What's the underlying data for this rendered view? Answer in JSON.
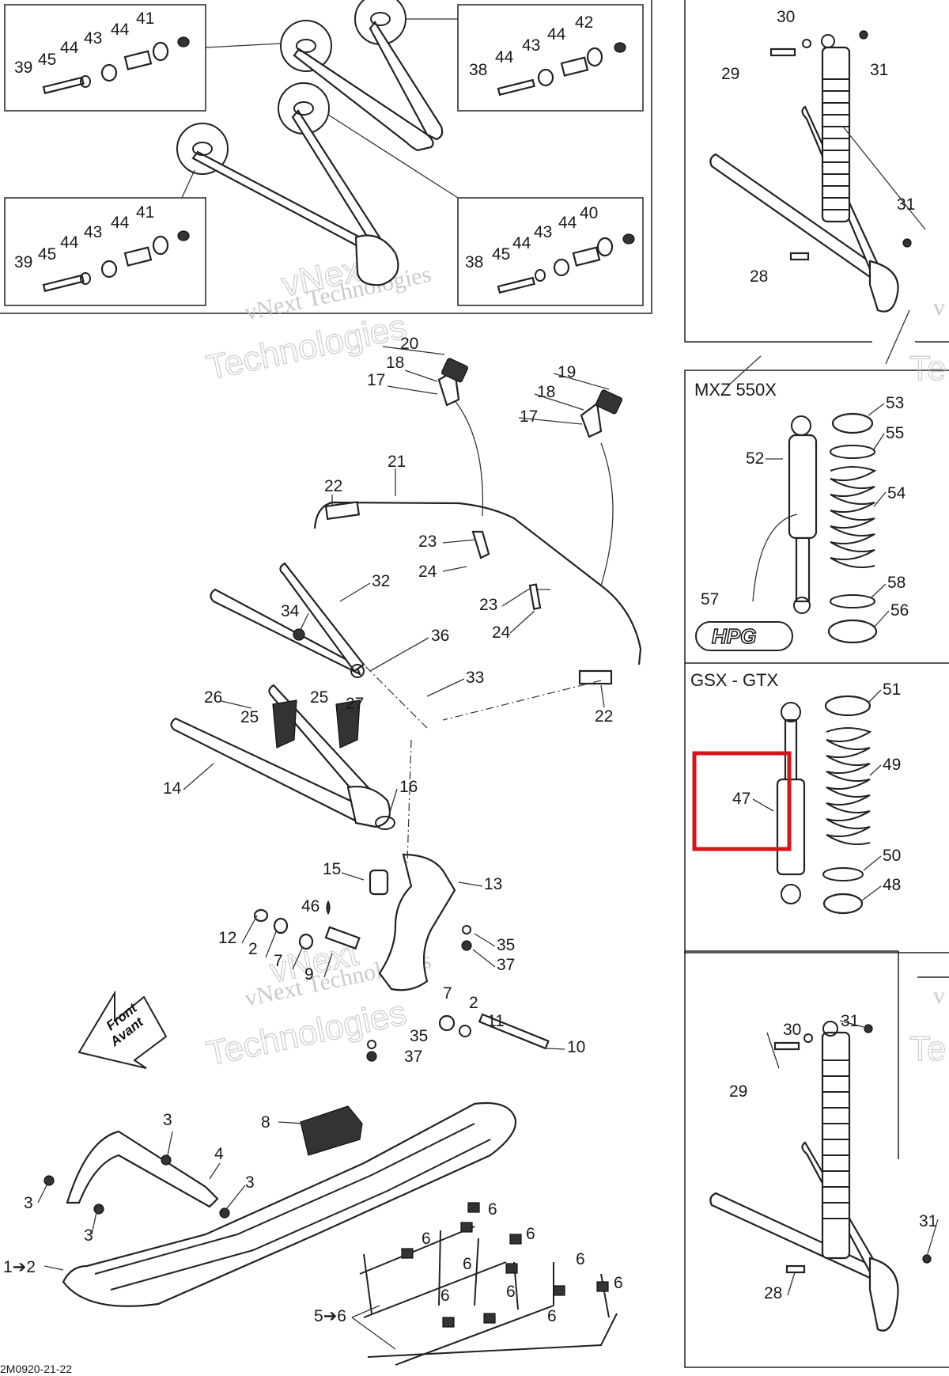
{
  "diagram_code": "2M0920-21-22",
  "watermark": {
    "line1": "vNext Technologies",
    "line2": "Technologies",
    "fragment_v": "vNext",
    "fragment_right": "v",
    "fragment_te": "Te"
  },
  "panels": {
    "mxz": {
      "title": "MXZ 550X",
      "logo_text": "HPG"
    },
    "gsx": {
      "title": "GSX - GTX",
      "highlighted_part": "47"
    }
  },
  "front_arrow": {
    "line1": "Front",
    "line2": "Avant"
  },
  "callouts": {
    "tl_box": [
      "39",
      "45",
      "44",
      "43",
      "44",
      "41"
    ],
    "tr_box": [
      "38",
      "44",
      "43",
      "44",
      "42"
    ],
    "bl_box": [
      "39",
      "45",
      "44",
      "43",
      "44",
      "41"
    ],
    "br_box": [
      "38",
      "45",
      "44",
      "43",
      "44",
      "40"
    ],
    "shock_top": [
      "30",
      "29",
      "31",
      "31",
      "28"
    ],
    "sway": [
      "20",
      "18",
      "17",
      "19",
      "18",
      "17",
      "21",
      "22",
      "23",
      "24",
      "23",
      "24",
      "22"
    ],
    "arms": [
      "32",
      "34",
      "36",
      "33",
      "26",
      "25",
      "25",
      "27",
      "14",
      "16"
    ],
    "spindle": [
      "15",
      "13",
      "46",
      "12",
      "2",
      "7",
      "9",
      "35",
      "37",
      "7",
      "2",
      "11",
      "35",
      "37",
      "10"
    ],
    "mxz_parts": [
      "53",
      "55",
      "52",
      "54",
      "57",
      "58",
      "56"
    ],
    "gsx_parts": [
      "51",
      "49",
      "47",
      "50",
      "48"
    ],
    "shock_bottom": [
      "30",
      "31",
      "29",
      "31",
      "28"
    ],
    "ski": [
      "8",
      "3",
      "4",
      "3",
      "3",
      "3",
      "1➔2",
      "6",
      "6",
      "6",
      "6",
      "6",
      "6",
      "6",
      "6",
      "6",
      "5➔6"
    ]
  }
}
